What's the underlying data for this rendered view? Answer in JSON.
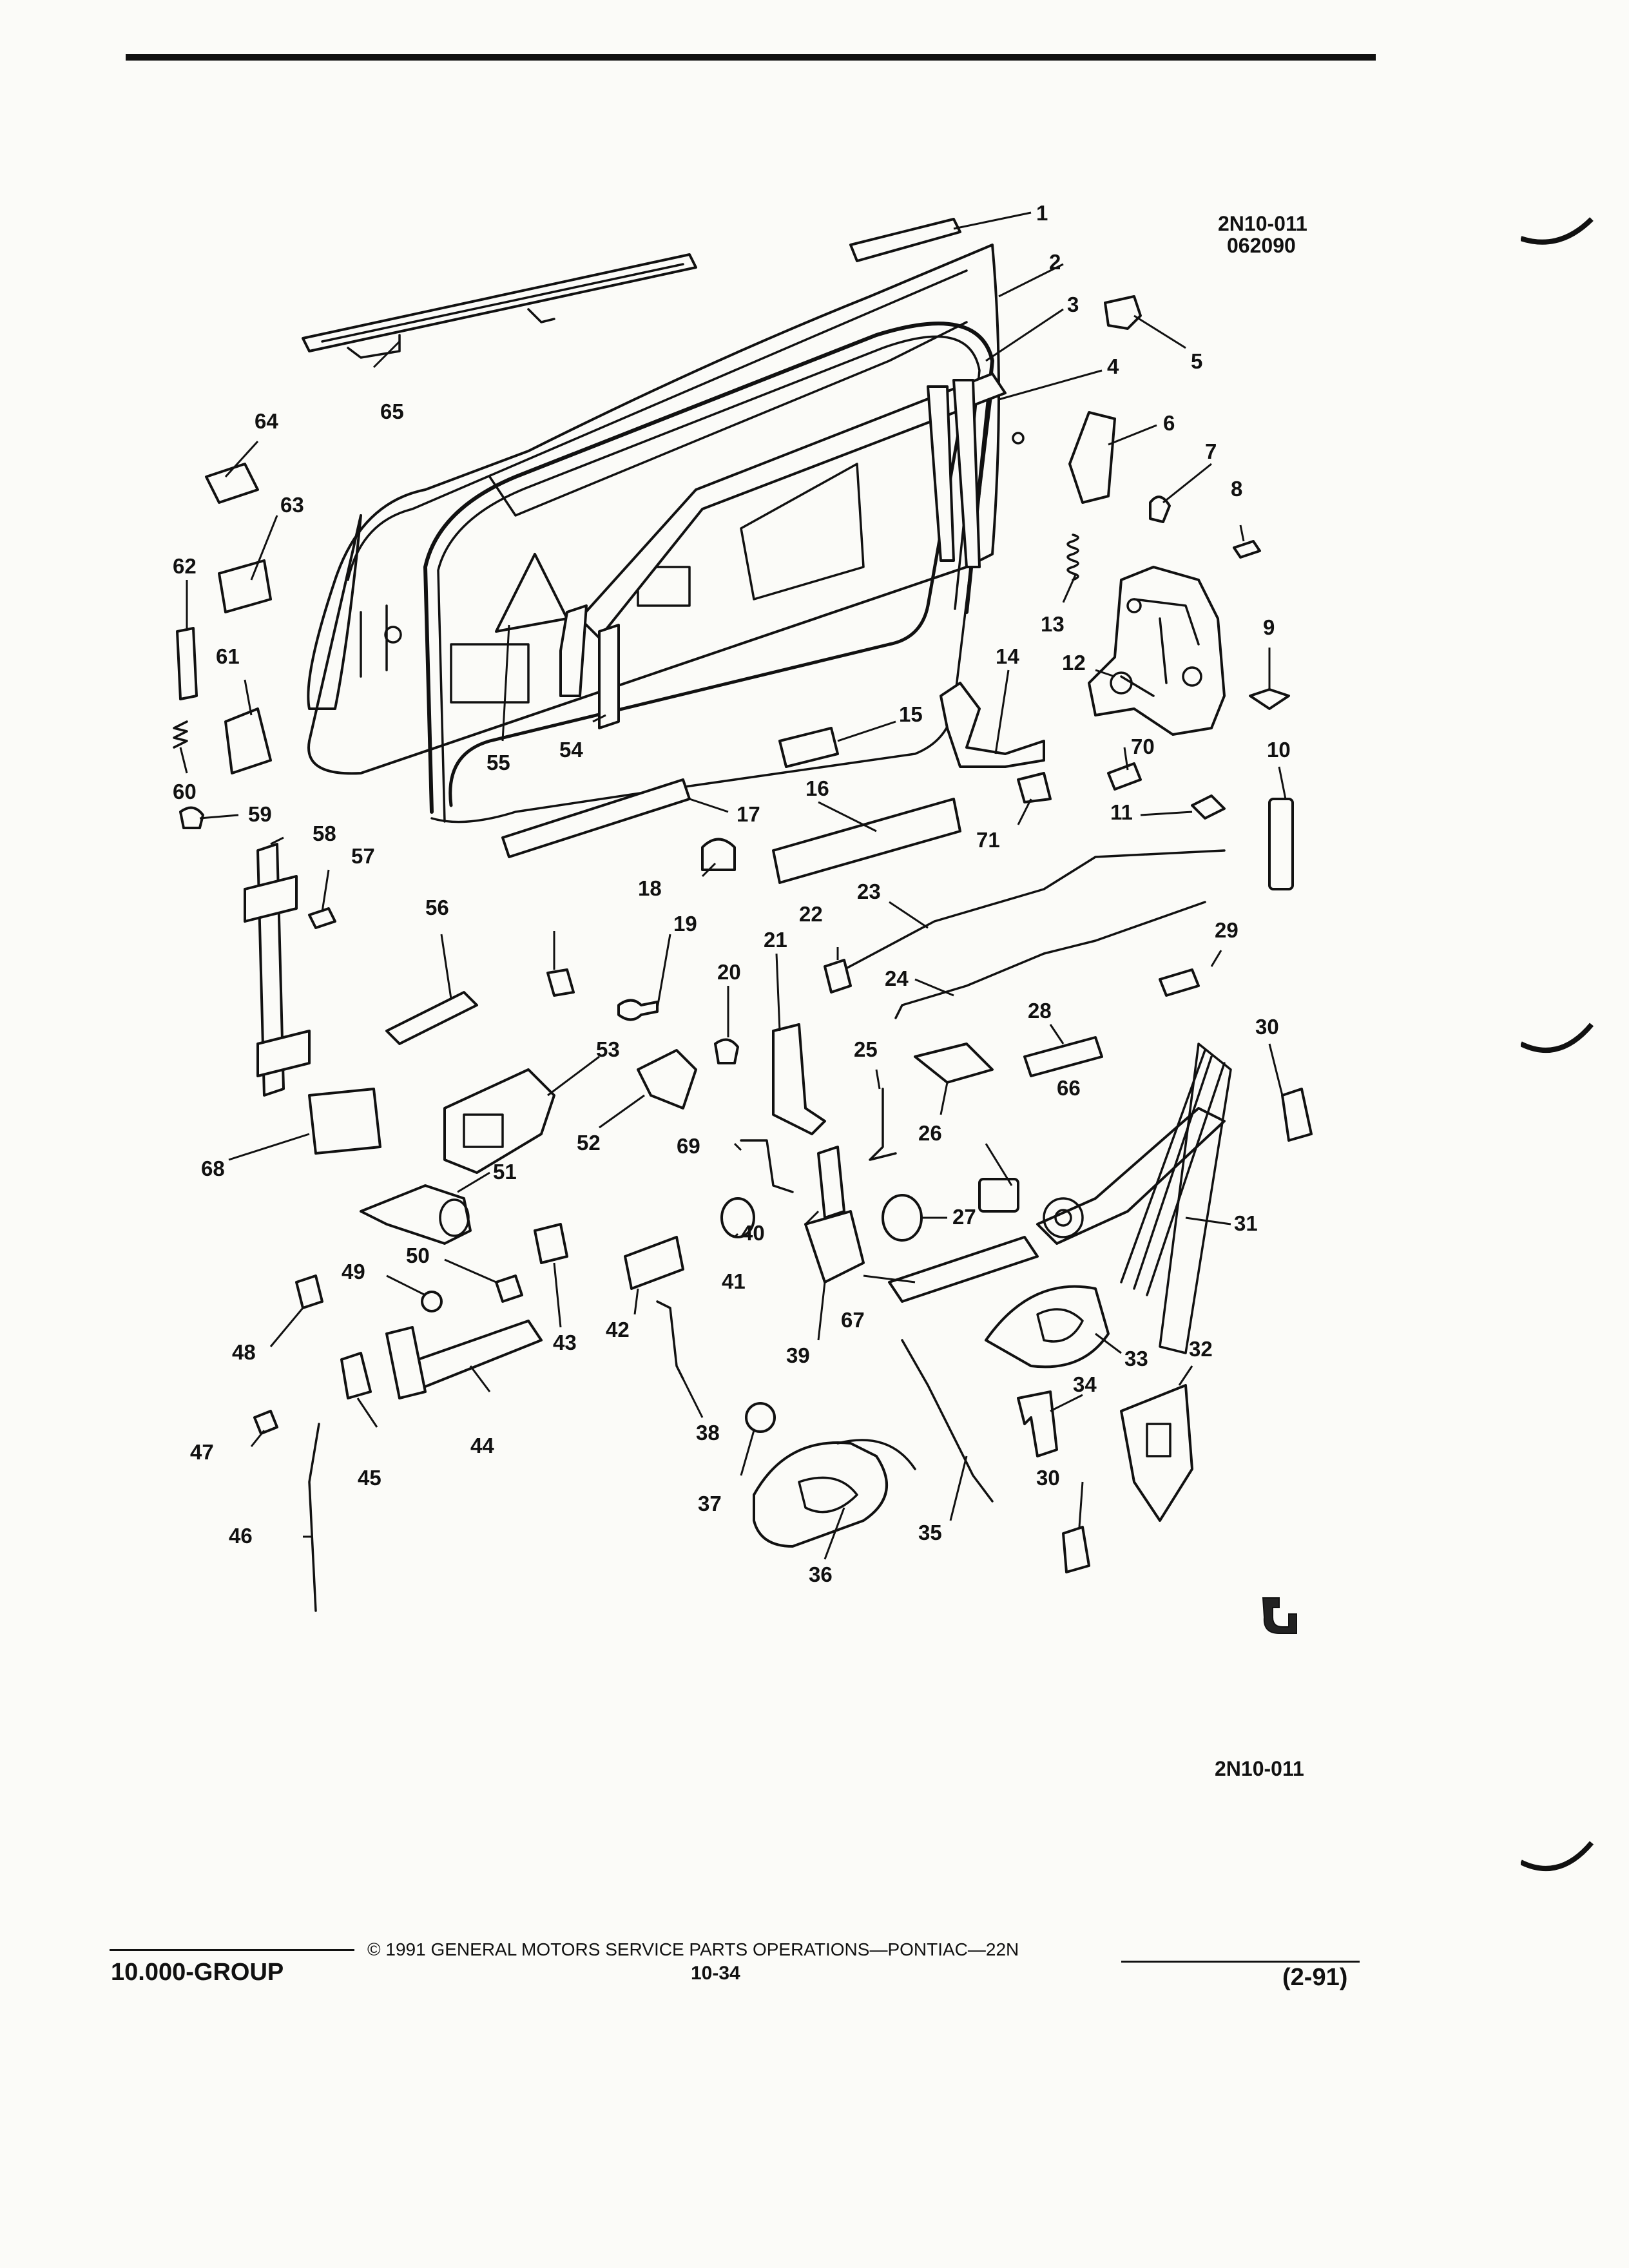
{
  "header": {
    "drawing_number": "2N10-011",
    "drawing_date": "062090"
  },
  "figure": {
    "caption_code": "2N10-011",
    "callouts": [
      "1",
      "2",
      "3",
      "4",
      "5",
      "6",
      "7",
      "8",
      "9",
      "10",
      "11",
      "12",
      "13",
      "14",
      "15",
      "16",
      "17",
      "18",
      "19",
      "20",
      "21",
      "22",
      "23",
      "24",
      "25",
      "26",
      "27",
      "28",
      "29",
      "30",
      "31",
      "32",
      "33",
      "34",
      "35",
      "36",
      "37",
      "38",
      "39",
      "40",
      "41",
      "42",
      "43",
      "44",
      "45",
      "46",
      "47",
      "48",
      "49",
      "50",
      "51",
      "52",
      "53",
      "54",
      "55",
      "56",
      "57",
      "58",
      "59",
      "60",
      "61",
      "62",
      "63",
      "64",
      "65",
      "66",
      "67",
      "68",
      "69",
      "70",
      "71"
    ]
  },
  "footer": {
    "group": "10.000-GROUP",
    "copyright": "© 1991 GENERAL MOTORS SERVICE PARTS OPERATIONS—PONTIAC—22N",
    "page_number": "10-34",
    "revision": "(2-91)"
  }
}
